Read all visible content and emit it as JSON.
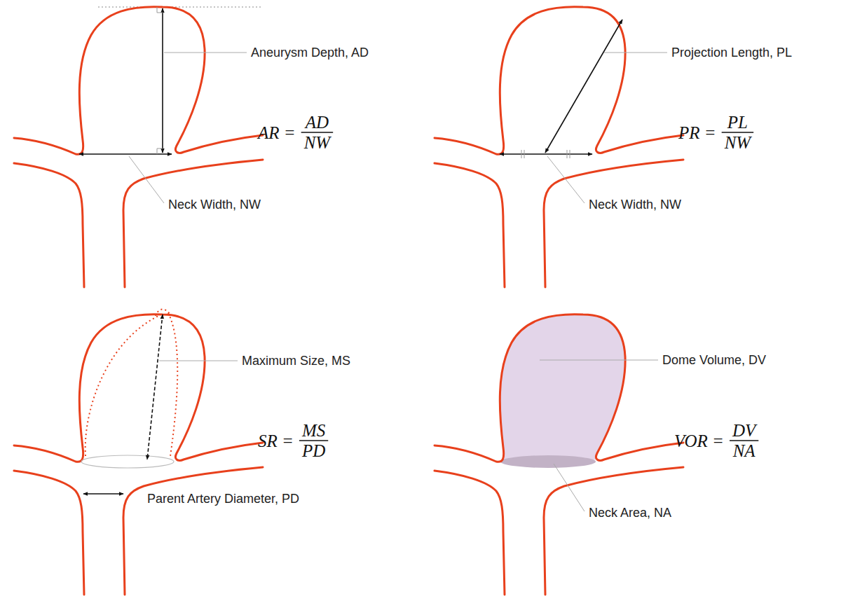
{
  "diagram": {
    "labels": [
      "Aneurysm Depth, AD",
      "AR =",
      "AD",
      "NW",
      "Neck Width, NW",
      "Projection Length, PL",
      "PR =",
      "PL",
      "NW",
      "Neck Width, NW",
      "Maximum Size, MS",
      "SR =",
      "MS",
      "PD",
      "Parent Artery Diameter, PD",
      "Dome Volume, DV",
      "VOR =",
      "DV",
      "NA",
      "Neck Area, NA"
    ]
  }
}
